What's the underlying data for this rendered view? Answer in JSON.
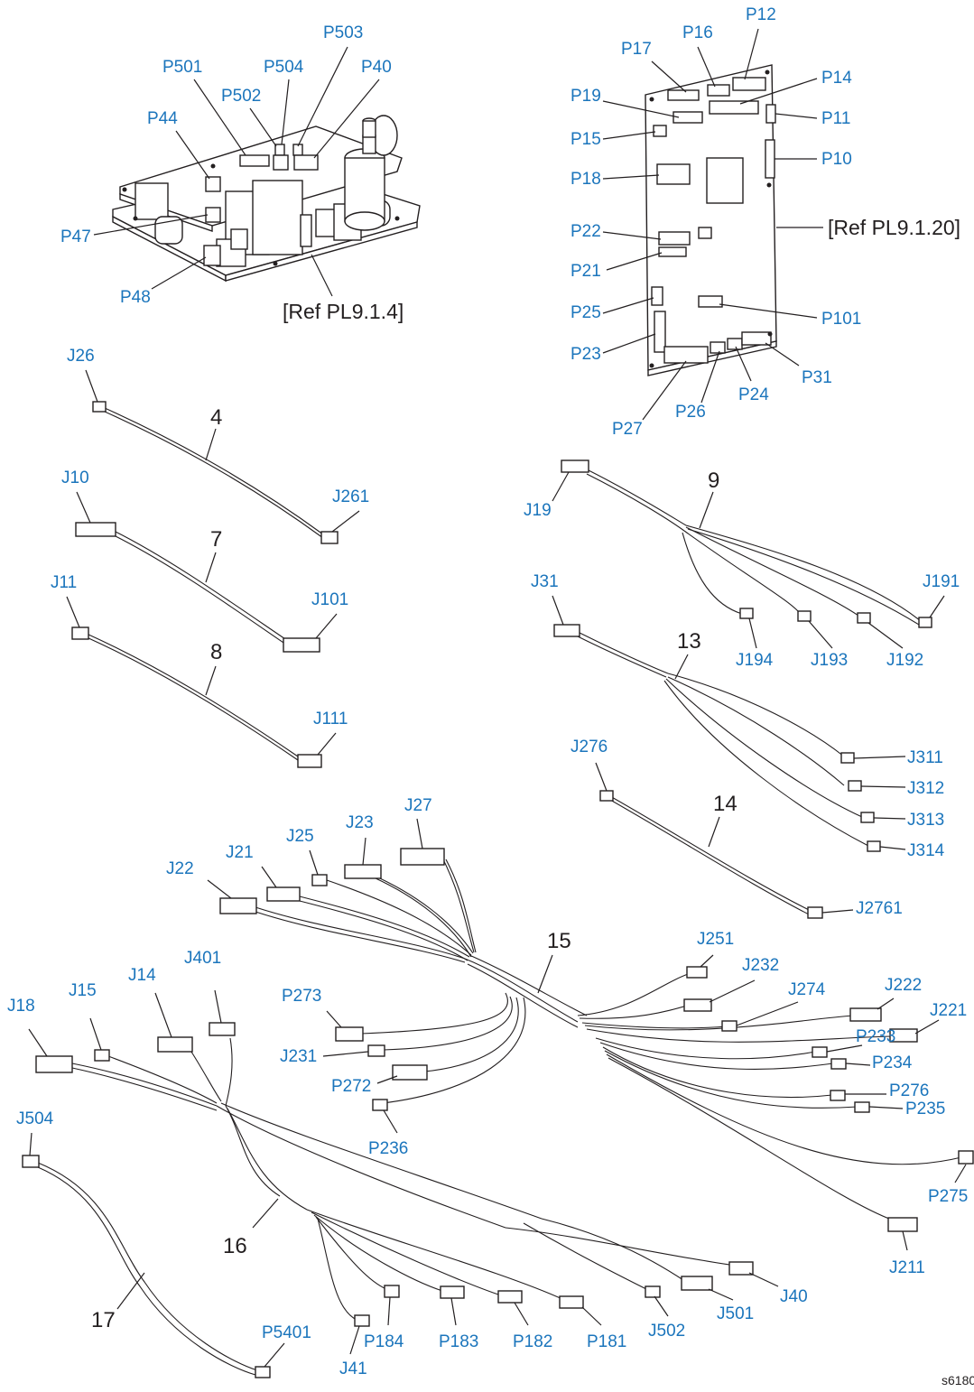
{
  "colors": {
    "label": "#1b75bc",
    "line": "#231f20",
    "background": "#ffffff"
  },
  "boards": {
    "power_supply": {
      "ref": "[Ref PL9.1.4]",
      "connectors": [
        "P501",
        "P504",
        "P503",
        "P40",
        "P502",
        "P44",
        "P47",
        "P48"
      ]
    },
    "engine_control": {
      "ref": "[Ref PL9.1.20]",
      "connectors": [
        "P12",
        "P16",
        "P17",
        "P14",
        "P19",
        "P11",
        "P15",
        "P10",
        "P18",
        "P22",
        "P21",
        "P101",
        "P25",
        "P23",
        "P31",
        "P24",
        "P26",
        "P27"
      ]
    }
  },
  "harnesses": [
    {
      "item": "4",
      "connectors": [
        "J26",
        "J261"
      ]
    },
    {
      "item": "7",
      "connectors": [
        "J10",
        "J101"
      ]
    },
    {
      "item": "8",
      "connectors": [
        "J11",
        "J111"
      ]
    },
    {
      "item": "9",
      "connectors": [
        "J19",
        "J191",
        "J194",
        "J193",
        "J192"
      ]
    },
    {
      "item": "13",
      "connectors": [
        "J31",
        "J311",
        "J312",
        "J313",
        "J314"
      ]
    },
    {
      "item": "14",
      "connectors": [
        "J276",
        "J2761"
      ]
    },
    {
      "item": "15",
      "connectors": [
        "J27",
        "J23",
        "J25",
        "J21",
        "J22",
        "J251",
        "J232",
        "J274",
        "J222",
        "J221",
        "P273",
        "J231",
        "P272",
        "P236",
        "P233",
        "P234",
        "P276",
        "P235",
        "P275",
        "J211"
      ]
    },
    {
      "item": "16",
      "connectors": [
        "J401",
        "J18",
        "J15",
        "J14",
        "J40",
        "J501",
        "J502",
        "P181",
        "P182",
        "P183",
        "P184",
        "J41"
      ]
    },
    {
      "item": "17",
      "connectors": [
        "J504",
        "P5401"
      ]
    }
  ],
  "labels": {
    "P501": "P501",
    "P504": "P504",
    "P503": "P503",
    "P40": "P40",
    "P502": "P502",
    "P44": "P44",
    "P47": "P47",
    "P48": "P48",
    "P12": "P12",
    "P16": "P16",
    "P17": "P17",
    "P14": "P14",
    "P19": "P19",
    "P11": "P11",
    "P15": "P15",
    "P10": "P10",
    "P18": "P18",
    "P22": "P22",
    "P21": "P21",
    "P101": "P101",
    "P25": "P25",
    "P23": "P23",
    "P31": "P31",
    "P24": "P24",
    "P26": "P26",
    "P27": "P27",
    "J26": "J26",
    "J261": "J261",
    "J10": "J10",
    "J101": "J101",
    "J11": "J11",
    "J111": "J111",
    "J19": "J19",
    "J191": "J191",
    "J194": "J194",
    "J193": "J193",
    "J192": "J192",
    "J31": "J31",
    "J311": "J311",
    "J312": "J312",
    "J313": "J313",
    "J314": "J314",
    "J276": "J276",
    "J2761": "J2761",
    "J27": "J27",
    "J23": "J23",
    "J25": "J25",
    "J21": "J21",
    "J22": "J22",
    "J251": "J251",
    "J232": "J232",
    "J274": "J274",
    "J222": "J222",
    "J221": "J221",
    "P273": "P273",
    "J231": "J231",
    "P272": "P272",
    "P236": "P236",
    "P233": "P233",
    "P234": "P234",
    "P276": "P276",
    "P235": "P235",
    "P275": "P275",
    "J211": "J211",
    "J401": "J401",
    "J18": "J18",
    "J15": "J15",
    "J14": "J14",
    "J40": "J40",
    "J501": "J501",
    "J502": "J502",
    "P181": "P181",
    "P182": "P182",
    "P183": "P183",
    "P184": "P184",
    "J41": "J41",
    "J504": "J504",
    "P5401": "P5401"
  },
  "item_numbers": {
    "n4": "4",
    "n7": "7",
    "n8": "8",
    "n9": "9",
    "n13": "13",
    "n14": "14",
    "n15": "15",
    "n16": "16",
    "n17": "17"
  },
  "figure_code": "s6180"
}
